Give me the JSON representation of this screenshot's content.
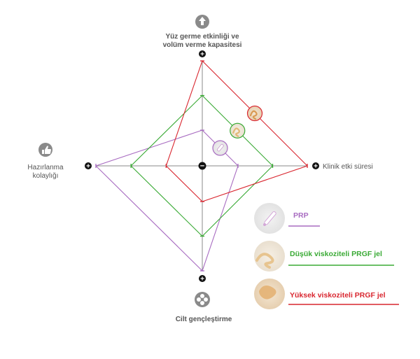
{
  "chart_data": {
    "type": "radar",
    "axes": [
      {
        "key": "top",
        "label_lines": [
          "Yüz germe etkinliği ve",
          "volüm verme kapasitesi"
        ],
        "icon": "upload-arrow-icon"
      },
      {
        "key": "right",
        "label_lines": [
          "Klinik etki süresi"
        ],
        "icon": ""
      },
      {
        "key": "bottom",
        "label_lines": [
          "Cilt gençleştirme"
        ],
        "icon": "rejuvenation-icon"
      },
      {
        "key": "left",
        "label_lines": [
          "Hazırlanma",
          "kolaylığı"
        ],
        "icon": "thumbs-up-icon"
      }
    ],
    "center_symbol": "−",
    "end_symbol": "+",
    "scale": [
      0,
      1
    ],
    "series": [
      {
        "name": "PRP",
        "color": "#a86cc1",
        "values": {
          "top": 0.34,
          "right": 0.34,
          "bottom": 1.0,
          "left": 1.0
        },
        "icon": "syringe-icon"
      },
      {
        "name": "Düşük viskoziteli PRGF jel",
        "color": "#3aaa35",
        "values": {
          "top": 0.67,
          "right": 0.67,
          "bottom": 0.67,
          "left": 0.67
        },
        "icon": "low-viscosity-gel-icon"
      },
      {
        "name": "Yüksek viskoziteli PRGF jel",
        "color": "#d9262f",
        "values": {
          "top": 1.0,
          "right": 1.0,
          "bottom": 0.34,
          "left": 0.34
        },
        "icon": "high-viscosity-gel-icon"
      }
    ]
  }
}
